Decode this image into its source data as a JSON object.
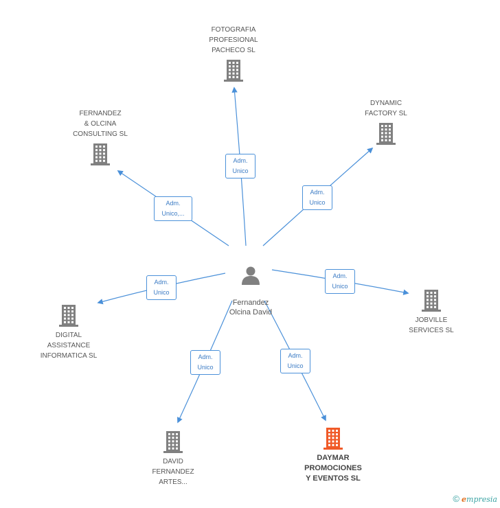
{
  "center": {
    "name": "Fernandez\nOlcina David",
    "icon": "person-icon"
  },
  "colors": {
    "edge": "#4a90d9",
    "building": "#808080",
    "building_highlight": "#f05a28"
  },
  "companies": [
    {
      "id": "fotografia",
      "name": "FOTOGRAFIA\nPROFESIONAL\nPACHECO SL",
      "role": "Adm.\nUnico",
      "icon": "building-icon",
      "highlight": false
    },
    {
      "id": "dynamic",
      "name": "DYNAMIC\nFACTORY SL",
      "role": "Adm.\nUnico",
      "icon": "building-icon",
      "highlight": false
    },
    {
      "id": "fernandez-olcina",
      "name": "FERNANDEZ\n& OLCINA\nCONSULTING SL",
      "role": "Adm.\nUnico,...",
      "icon": "building-icon",
      "highlight": false
    },
    {
      "id": "jobville",
      "name": "JOBVILLE\nSERVICES SL",
      "role": "Adm.\nUnico",
      "icon": "building-icon",
      "highlight": false
    },
    {
      "id": "digital",
      "name": "DIGITAL\nASSISTANCE\nINFORMATICA SL",
      "role": "Adm.\nUnico",
      "icon": "building-icon",
      "highlight": false
    },
    {
      "id": "david",
      "name": "DAVID\nFERNANDEZ\nARTES...",
      "role": "Adm.\nUnico",
      "icon": "building-icon",
      "highlight": false
    },
    {
      "id": "daymar",
      "name": "DAYMAR\nPROMOCIONES\nY EVENTOS SL",
      "role": "Adm.\nUnico",
      "icon": "building-icon",
      "highlight": true
    }
  ],
  "watermark": {
    "symbol": "©",
    "brand_initial": "e",
    "brand_rest": "mpresia"
  }
}
